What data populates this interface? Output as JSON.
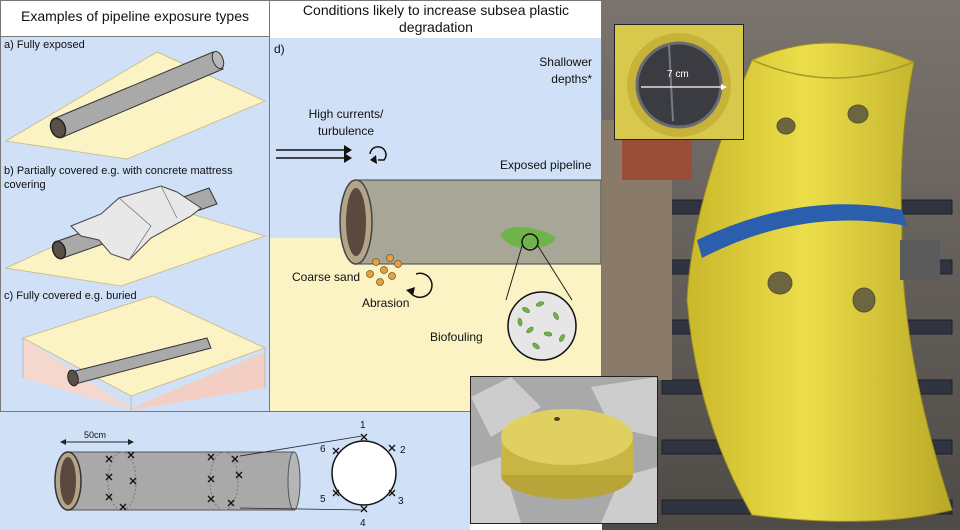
{
  "left_panel": {
    "heading": "Examples of pipeline exposure types",
    "a_label": "a) Fully exposed",
    "b_label": "b) Partially covered e.g. with concrete mattress covering",
    "c_label": "c) Fully covered e.g. buried"
  },
  "middle_panel": {
    "heading": "Conditions likely to increase subsea plastic degradation",
    "d_label": "d)",
    "shallower": "Shallower depths*",
    "currents": "High currents/ turbulence",
    "exposed_pipeline": "Exposed pipeline",
    "coarse_sand": "Coarse sand",
    "abrasion": "Abrasion",
    "biofouling": "Biofouling"
  },
  "bottom_panel": {
    "scale": "50cm",
    "points": [
      "1",
      "2",
      "3",
      "4",
      "5",
      "6"
    ]
  },
  "photos": {
    "inset_measure": "7 cm"
  },
  "colors": {
    "sky": "#cfe0f7",
    "sand": "#fbf3c4",
    "pipe": "#a9a9a9",
    "pipe_dark": "#5a5048",
    "biofilm": "#6fb34a",
    "yellow_pipe": "#e7d83a"
  }
}
